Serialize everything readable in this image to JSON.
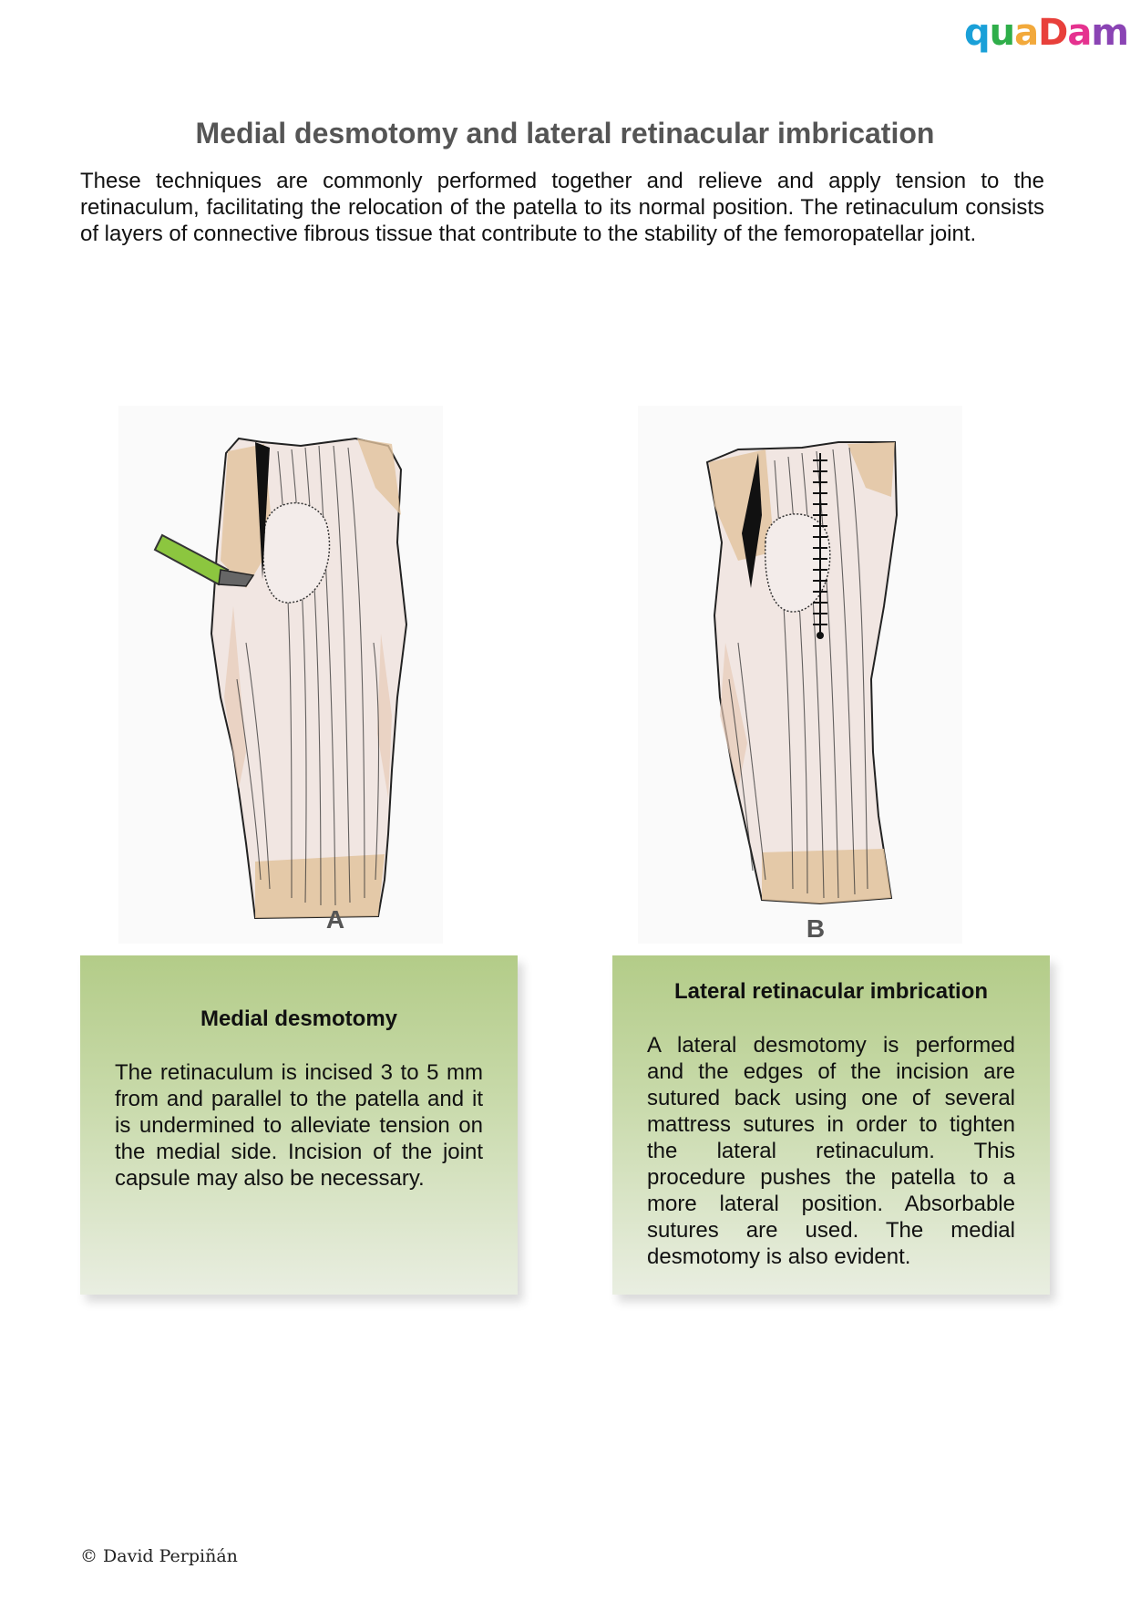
{
  "logo": {
    "letters": [
      "q",
      "u",
      "a",
      "D",
      "a",
      "m"
    ],
    "colors": [
      "#1aa0d8",
      "#2fae4a",
      "#f2a93b",
      "#e8403b",
      "#e5328f",
      "#8a44b4"
    ]
  },
  "title": "Medial desmotomy and lateral retinacular imbrication",
  "intro": "These techniques are commonly performed together and relieve and apply tension to the retinaculum, facilitating the relocation of the patella to its normal position. The retinaculum consists of layers of connective fibrous tissue that contribute to the stability of the femoropatellar joint.",
  "figures": [
    {
      "label": "A"
    },
    {
      "label": "B"
    }
  ],
  "boxes": [
    {
      "heading": "Medial desmotomy",
      "text": "The retinaculum is incised 3 to 5 mm from and parallel to the patella and it is undermined to alleviate tension on the medial side. Incision of the joint capsule may also be necessary."
    },
    {
      "heading": "Lateral retinacular imbrication",
      "text": "A lateral desmotomy is performed and the edges of the incision are sutured back using one of several mattress sutures in order to tighten the lateral retinaculum. This procedure pushes the patella to a more lateral position. Absorbable sutures are used. The medial desmotomy is also evident."
    }
  ],
  "copyright": "© David Perpiñán"
}
